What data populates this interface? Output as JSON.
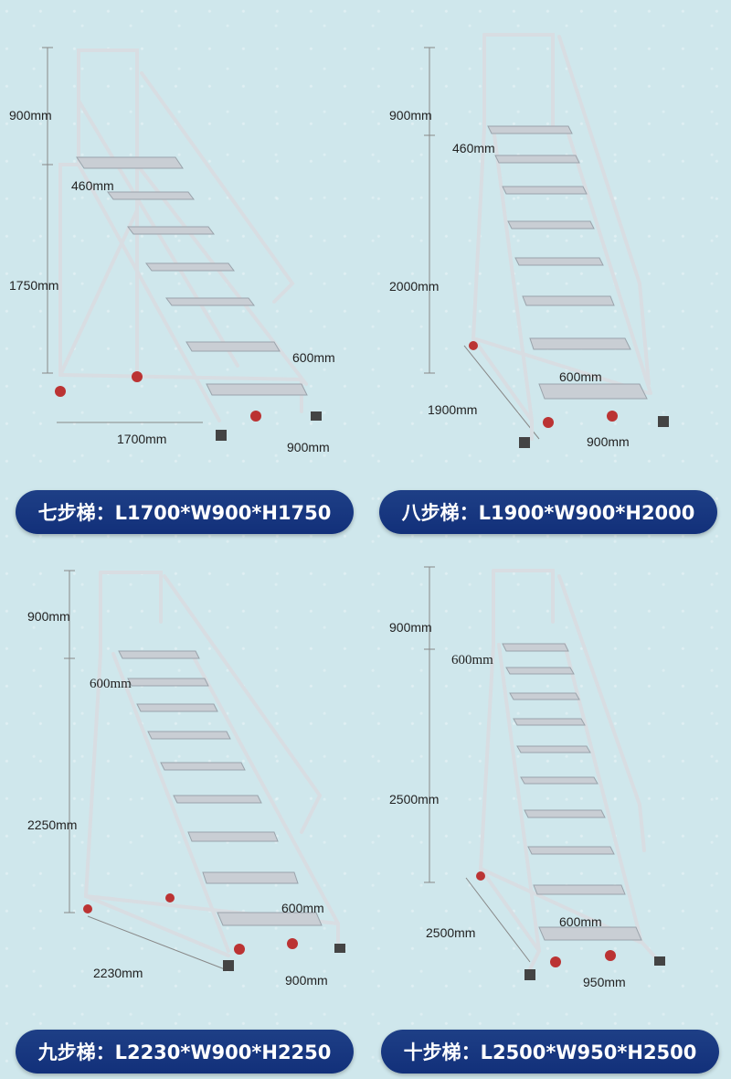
{
  "ladders": [
    {
      "name": "七步梯：L1700*W900*H1750",
      "dims": {
        "guard_height": "900mm",
        "platform_depth": "460mm",
        "height": "1750mm",
        "step_width": "600mm",
        "length": "1700mm",
        "width": "900mm"
      }
    },
    {
      "name": "八步梯：L1900*W900*H2000",
      "dims": {
        "guard_height": "900mm",
        "platform_depth": "460mm",
        "height": "2000mm",
        "step_width": "600mm",
        "length": "1900mm",
        "width": "900mm"
      }
    },
    {
      "name": "九步梯：L2230*W900*H2250",
      "dims": {
        "guard_height": "900mm",
        "platform_depth": "600mm",
        "height": "2250mm",
        "step_width": "600mm",
        "length": "2230mm",
        "width": "900mm"
      }
    },
    {
      "name": "十步梯：L2500*W950*H2500",
      "dims": {
        "guard_height": "900mm",
        "platform_depth": "600mm",
        "height": "2500mm",
        "step_width": "600mm",
        "length": "2500mm",
        "width": "950mm"
      }
    }
  ],
  "colors": {
    "background": "#cfe7ec",
    "banner": "#163682",
    "frame": "#e9ecef"
  }
}
